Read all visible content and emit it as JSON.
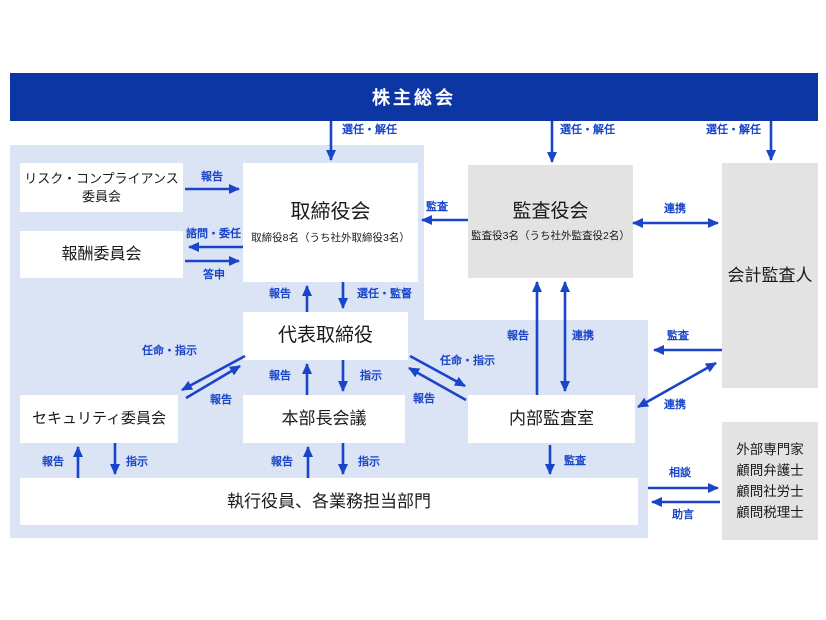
{
  "title": "株主総会",
  "labels": {
    "appoint_dismiss": "選任・解任",
    "report": "報告",
    "consult_delegate": "諮問・委任",
    "reply": "答申",
    "audit": "監査",
    "cooperation": "連携",
    "appoint_supervise": "選任・監督",
    "appoint_instruct": "任命・指示",
    "instruct": "指示",
    "consult": "相談",
    "advice": "助言"
  },
  "boxes": {
    "risk_compliance_committee": {
      "line1": "リスク・コンプライアンス",
      "line2": "委員会"
    },
    "compensation_committee": "報酬委員会",
    "board_of_directors": {
      "title": "取締役会",
      "subtitle": "取締役8名（うち社外取締役3名）"
    },
    "audit_supervisory_board": {
      "title": "監査役会",
      "subtitle": "監査役3名（うち社外監査役2名）"
    },
    "accounting_auditor": "会計監査人",
    "representative_director": "代表取締役",
    "security_committee": "セキュリティ委員会",
    "general_managers_meeting": "本部長会議",
    "internal_audit_office": "内部監査室",
    "executive_officers": "執行役員、各業務担当部門",
    "external_experts": {
      "line1": "外部専門家",
      "line2": "顧問弁護士",
      "line3": "顧問社労士",
      "line4": "顧問税理士"
    }
  },
  "colors": {
    "header-bg": "#0c36a3",
    "accent": "#1a45c9",
    "panel": "#dbe4f5",
    "gray-box": "#e3e3e3",
    "text": "#1a1a1a"
  }
}
